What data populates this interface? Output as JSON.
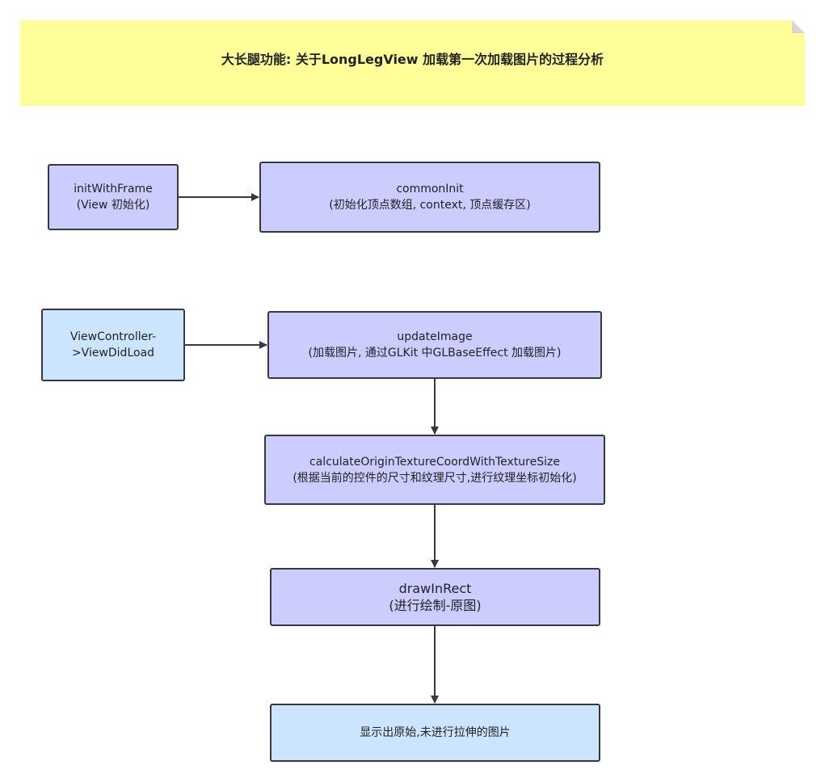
{
  "title": "大长腿功能: 关于LongLegView 加载第一次加载图片的过程分析",
  "nodes": {
    "init_with_frame": {
      "line1": "initWithFrame",
      "line2": "(View 初始化)"
    },
    "common_init": {
      "line1": "commonInit",
      "line2": "(初始化顶点数组, context, 顶点缓存区)"
    },
    "view_controller": {
      "line1": "ViewController-",
      "line2": ">ViewDidLoad"
    },
    "update_image": {
      "line1": "updateImage",
      "line2": "(加载图片, 通过GLKit 中GLBaseEffect 加载图片)"
    },
    "calculate_origin": {
      "line1": "calculateOriginTextureCoordWithTextureSize",
      "line2": "(根据当前的控件的尺寸和纹理尺寸,进行纹理坐标初始化)"
    },
    "draw_in_rect": {
      "line1": "drawInRect",
      "line2": "(进行绘制-原图)"
    },
    "show_original": {
      "line1": "显示出原始,未进行拉伸的图片"
    }
  },
  "edges": [
    {
      "from": "init_with_frame",
      "to": "common_init"
    },
    {
      "from": "view_controller",
      "to": "update_image"
    },
    {
      "from": "update_image",
      "to": "calculate_origin"
    },
    {
      "from": "calculate_origin",
      "to": "draw_in_rect"
    },
    {
      "from": "draw_in_rect",
      "to": "show_original"
    }
  ],
  "colors": {
    "note": "#ffff99",
    "process": "#ccccff",
    "terminal": "#cce5ff",
    "stroke": "#36393d"
  }
}
